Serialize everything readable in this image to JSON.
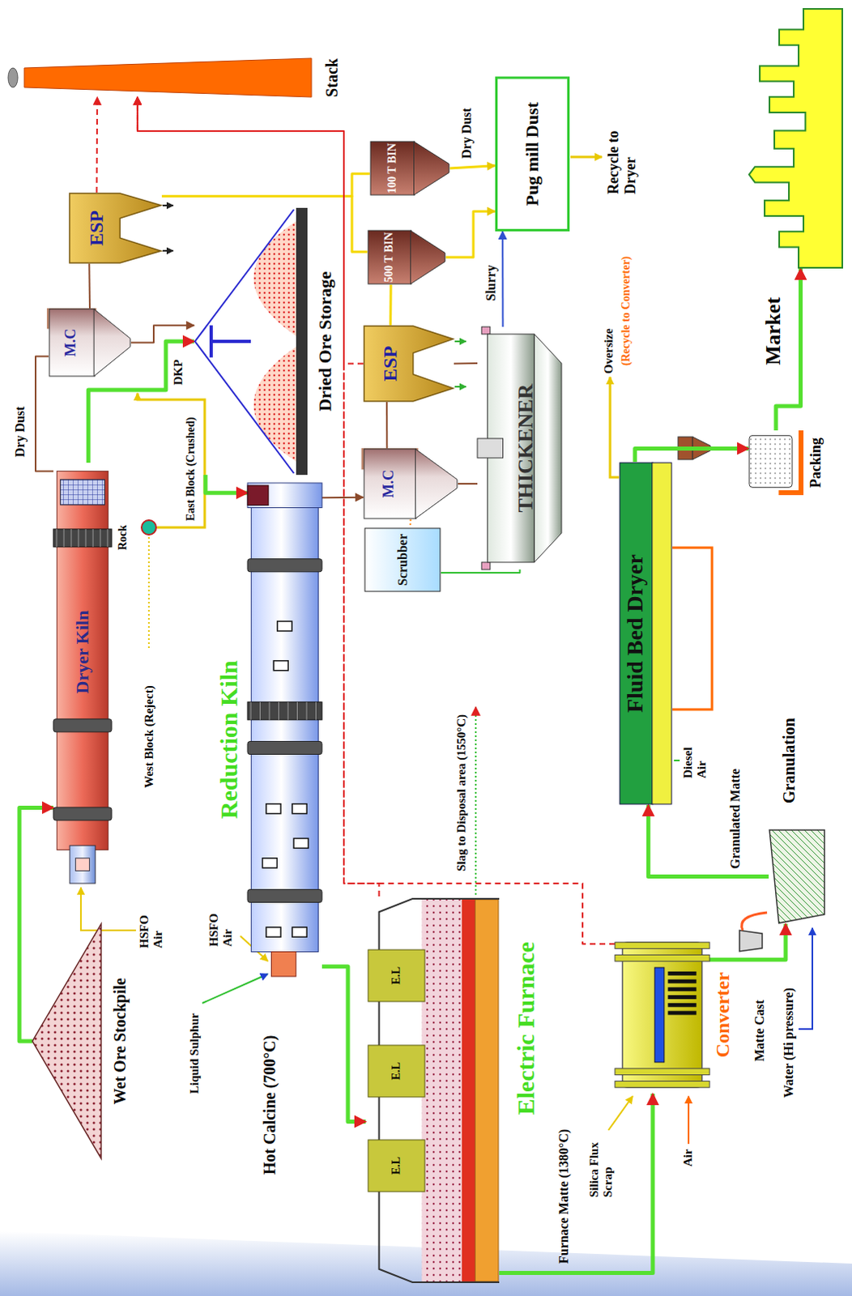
{
  "diagram": {
    "nodes": [
      {
        "text": [
          "Wet Ore Stockpile"
        ]
      },
      {
        "text": [
          "Dryer Kiln"
        ]
      },
      {
        "text": [
          "M.C"
        ]
      },
      {
        "text": [
          "ESP"
        ]
      },
      {
        "text": [
          "Stack"
        ]
      },
      {
        "text": [
          "Dried Ore Storage"
        ]
      },
      {
        "text": [
          "100 T BIN"
        ]
      },
      {
        "text": [
          "500 T BIN"
        ]
      },
      {
        "text": [
          "Reduction Kiln"
        ]
      },
      {
        "text": [
          "M.C"
        ]
      },
      {
        "text": [
          "ESP"
        ]
      },
      {
        "text": [
          "Scrubber"
        ]
      },
      {
        "text": [
          "THICKENER"
        ]
      },
      {
        "text": [
          "Pug mill Dust"
        ]
      },
      {
        "text": [
          "Electric Furnace"
        ]
      },
      {
        "text": [
          "E.L"
        ],
        "in": 14
      },
      {
        "text": [
          "E.L"
        ],
        "in": 14
      },
      {
        "text": [
          "E.L"
        ],
        "in": 14
      },
      {
        "text": [
          "Converter"
        ]
      },
      {
        "text": [
          "Granulation"
        ]
      },
      {
        "text": [
          "Fluid Bed Dryer"
        ]
      },
      {
        "text": [
          "Packing"
        ]
      },
      {
        "text": [
          "Market"
        ]
      }
    ],
    "edges": [
      {
        "from": 0,
        "to": 1,
        "arrow": "to"
      },
      {
        "from": 1,
        "to": 2,
        "label": "Dry Dust",
        "arrow": "none"
      },
      {
        "from": 1,
        "to": 5,
        "arrow": "to"
      },
      {
        "from": 2,
        "to": 5,
        "arrow": "to"
      },
      {
        "from": 2,
        "to": 3,
        "arrow": "none"
      },
      {
        "from": 3,
        "to": 4,
        "arrow": "to"
      },
      {
        "from": 3,
        "to": 6,
        "arrow": "none"
      },
      {
        "from": 3,
        "to": 7,
        "arrow": "none"
      },
      {
        "from": 5,
        "to": 8,
        "arrow": "to"
      },
      {
        "from": 8,
        "to": 9,
        "arrow": "to"
      },
      {
        "from": 9,
        "to": 10,
        "arrow": "none"
      },
      {
        "from": 9,
        "to": 12,
        "arrow": "none"
      },
      {
        "from": 10,
        "to": 12,
        "arrow": "none"
      },
      {
        "from": 10,
        "to": 7,
        "arrow": "none"
      },
      {
        "from": 9,
        "to": 11,
        "arrow": "none"
      },
      {
        "from": 11,
        "to": 12,
        "arrow": "none"
      },
      {
        "from": 12,
        "to": 13,
        "label": "Slurry",
        "arrow": "to"
      },
      {
        "from": 6,
        "to": 13,
        "label": "Dry Dust",
        "arrow": "to"
      },
      {
        "from": 7,
        "to": 13,
        "arrow": "to"
      },
      {
        "from": 10,
        "to": 4,
        "arrow": "to"
      },
      {
        "from": 8,
        "to": 14,
        "arrow": "to"
      },
      {
        "from": 14,
        "to": 4,
        "arrow": "to"
      },
      {
        "from": 14,
        "to": 18,
        "arrow": "to"
      },
      {
        "from": 18,
        "to": 4,
        "arrow": "to"
      },
      {
        "from": 18,
        "to": 19,
        "arrow": "to"
      },
      {
        "from": 19,
        "to": 20,
        "arrow": "to"
      },
      {
        "from": 20,
        "to": 21,
        "arrow": "to"
      },
      {
        "from": 21,
        "to": 22,
        "arrow": "to"
      }
    ],
    "labels": [
      "West Block (Reject)",
      "Rock",
      "East Block (Crushed)",
      "DKP",
      "HSFO Air",
      "HSFO Air",
      "Liquid Sulphur",
      "Hot Calcine (700°C)",
      "Slag to Disposal area (1550°C)",
      "Furnace Matte (1380°C)",
      "Silica Flux Scrap",
      "Air",
      "Matte Cast",
      "Water (Hi pressure)",
      "Granulated Matte",
      "Diesel Air",
      "Oversize",
      "(Recycle to Converter)",
      "Recycle to Dryer"
    ]
  }
}
